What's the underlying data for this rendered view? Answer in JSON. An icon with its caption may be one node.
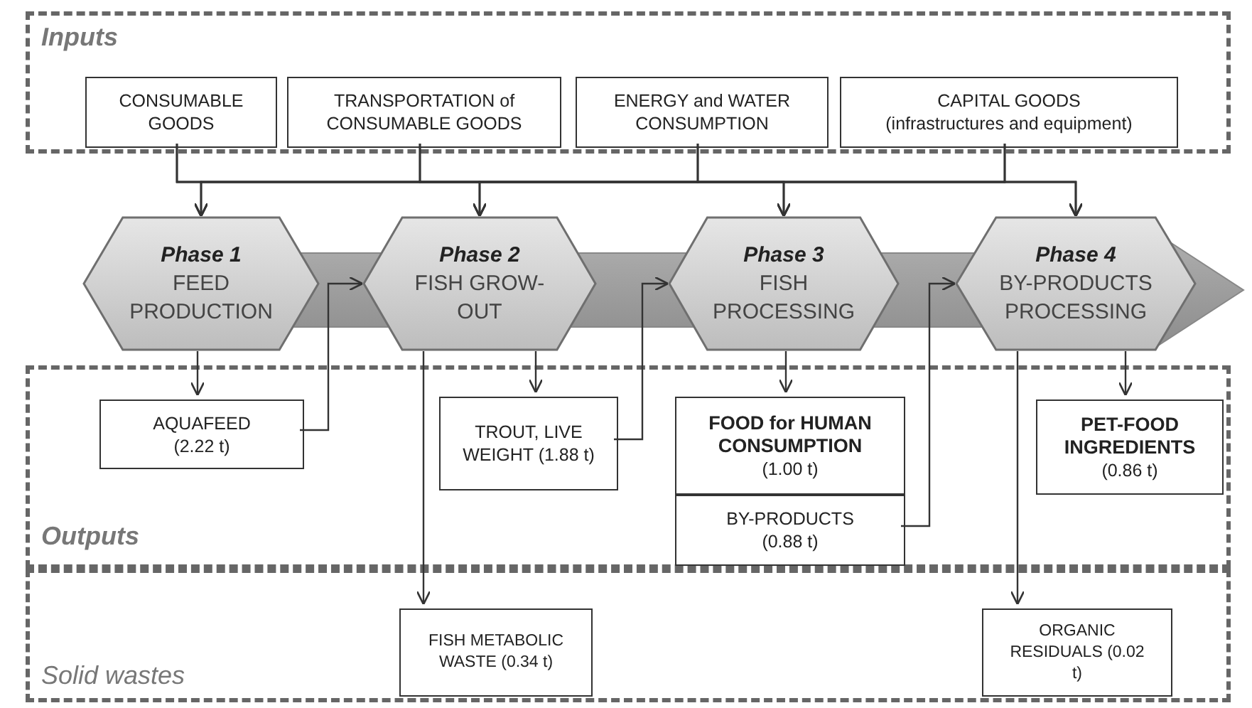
{
  "diagram": {
    "nodes": [
      {
        "text": [
          "Inputs"
        ]
      },
      {
        "text": [
          "CONSUMABLE GOODS"
        ],
        "in": 0
      },
      {
        "text": [
          "TRANSPORTATION of CONSUMABLE GOODS"
        ],
        "in": 0
      },
      {
        "text": [
          "ENERGY and WATER CONSUMPTION"
        ],
        "in": 0
      },
      {
        "text": [
          "CAPITAL GOODS",
          "(infrastructures and equipment)"
        ],
        "in": 0
      },
      {
        "text": [
          "Phase 1",
          "FEED PRODUCTION"
        ]
      },
      {
        "text": [
          "Phase 2",
          "FISH GROW-OUT"
        ]
      },
      {
        "text": [
          "Phase 3",
          "FISH PROCESSING"
        ]
      },
      {
        "text": [
          "Phase 4",
          "BY-PRODUCTS PROCESSING"
        ]
      },
      {
        "text": [
          "Outputs"
        ]
      },
      {
        "text": [
          "AQUAFEED (2.22 t)"
        ],
        "in": 9
      },
      {
        "text": [
          "TROUT, LIVE WEIGHT (1.88 t)"
        ],
        "in": 9
      },
      {
        "text": [
          "FOOD for HUMAN CONSUMPTION",
          "(1.00 t)"
        ],
        "in": 9
      },
      {
        "text": [
          "BY-PRODUCTS (0.88 t)"
        ],
        "in": 9
      },
      {
        "text": [
          "PET-FOOD INGREDIENTS",
          "(0.86 t)"
        ],
        "in": 9
      },
      {
        "text": [
          "Solid wastes"
        ]
      },
      {
        "text": [
          "FISH METABOLIC WASTE (0.34 t)"
        ],
        "in": 15
      },
      {
        "text": [
          "ORGANIC RESIDUALS (0.02 t)"
        ],
        "in": 15
      }
    ],
    "edges": [
      {
        "from": 1,
        "to": 5,
        "arrow": "to"
      },
      {
        "from": 1,
        "to": 6,
        "arrow": "to"
      },
      {
        "from": 1,
        "to": 7,
        "arrow": "to"
      },
      {
        "from": 1,
        "to": 8,
        "arrow": "to"
      },
      {
        "from": 2,
        "to": 5,
        "arrow": "to"
      },
      {
        "from": 2,
        "to": 6,
        "arrow": "to"
      },
      {
        "from": 2,
        "to": 7,
        "arrow": "to"
      },
      {
        "from": 2,
        "to": 8,
        "arrow": "to"
      },
      {
        "from": 3,
        "to": 5,
        "arrow": "to"
      },
      {
        "from": 3,
        "to": 6,
        "arrow": "to"
      },
      {
        "from": 3,
        "to": 7,
        "arrow": "to"
      },
      {
        "from": 3,
        "to": 8,
        "arrow": "to"
      },
      {
        "from": 4,
        "to": 5,
        "arrow": "to"
      },
      {
        "from": 4,
        "to": 6,
        "arrow": "to"
      },
      {
        "from": 4,
        "to": 7,
        "arrow": "to"
      },
      {
        "from": 4,
        "to": 8,
        "arrow": "to"
      },
      {
        "from": 5,
        "to": 10,
        "arrow": "to"
      },
      {
        "from": 10,
        "to": 6,
        "arrow": "to"
      },
      {
        "from": 6,
        "to": 11,
        "arrow": "to"
      },
      {
        "from": 11,
        "to": 7,
        "arrow": "to"
      },
      {
        "from": 7,
        "to": 12,
        "arrow": "to"
      },
      {
        "from": 13,
        "to": 8,
        "arrow": "to"
      },
      {
        "from": 8,
        "to": 14,
        "arrow": "to"
      },
      {
        "from": 6,
        "to": 16,
        "arrow": "to"
      },
      {
        "from": 8,
        "to": 17,
        "arrow": "to"
      }
    ]
  }
}
